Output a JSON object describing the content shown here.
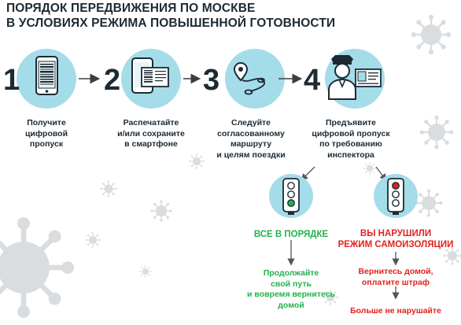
{
  "title_line1": "ПОРЯДОК ПЕРЕДВИЖЕНИЯ ПО МОСКВЕ",
  "title_line2": "В УСЛОВИЯХ РЕЖИМА ПОВЫШЕННОЙ ГОТОВНОСТИ",
  "colors": {
    "text": "#1c2a33",
    "circle": "#a5dcea",
    "arrow": "#3a3f44",
    "green": "#22b14c",
    "red": "#e0231b",
    "virus": "#d9dde0"
  },
  "steps": [
    {
      "number": "1",
      "icon": "qr-smartphone-icon",
      "label": [
        "Получите",
        "цифровой",
        "пропуск"
      ]
    },
    {
      "number": "2",
      "icon": "printed-pass-smartphone-icon",
      "label": [
        "Распечатайте",
        "и/или сохраните",
        "в смартфоне"
      ]
    },
    {
      "number": "3",
      "icon": "route-map-icon",
      "label": [
        "Следуйте",
        "согласованному",
        "маршруту",
        "и целям поездки"
      ]
    },
    {
      "number": "4",
      "icon": "inspector-icon",
      "label": [
        "Предъявите",
        "цифровой пропуск",
        "по требованию",
        "инспектора"
      ]
    }
  ],
  "ok": {
    "icon": "traffic-light-green-icon",
    "heading": "ВСЕ В ПОРЯДКЕ",
    "action": [
      "Продолжайте",
      "свой путь",
      "и вовремя вернитесь",
      "домой"
    ]
  },
  "violation": {
    "icon": "traffic-light-red-icon",
    "heading": [
      "ВЫ НАРУШИЛИ",
      "РЕЖИМ САМОИЗОЛЯЦИИ"
    ],
    "action": [
      "Вернитесь домой,",
      "оплатите штраф"
    ],
    "final": "Больше не нарушайте"
  }
}
